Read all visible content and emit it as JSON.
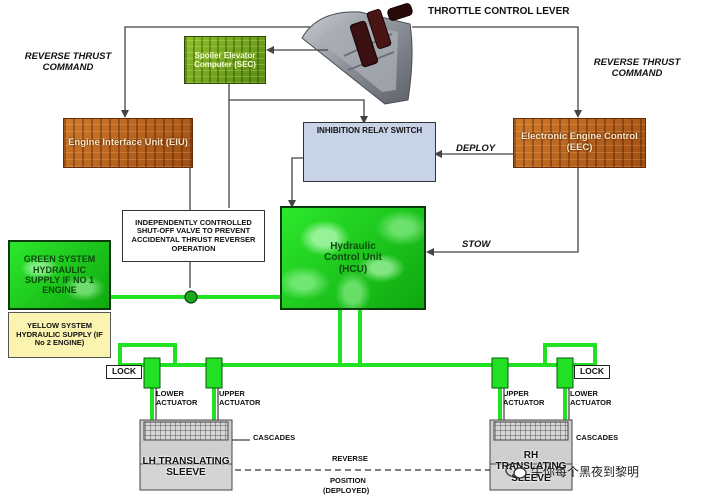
{
  "labels": {
    "throttle_lever": "THROTTLE CONTROL LEVER",
    "reverse_thrust_cmd_left": "REVERSE THRUST COMMAND",
    "reverse_thrust_cmd_right": "REVERSE THRUST COMMAND",
    "deploy": "DEPLOY",
    "stow": "STOW",
    "cascades_left": "CASCADES",
    "cascades_right": "CASCADES",
    "lower_actuator_left": "LOWER ACTUATOR",
    "upper_actuator_left": "UPPER ACTUATOR",
    "upper_actuator_right": "UPPER ACTUATOR",
    "lower_actuator_right": "LOWER ACTUATOR",
    "reverse_position_1": "REVERSE",
    "reverse_position_2": "POSITION",
    "reverse_position_3": "(DEPLOYED)"
  },
  "boxes": {
    "sec": "Spoiler Elevator Computer (SEC)",
    "eiu": "Engine Interface Unit (EIU)",
    "eec": "Electronic Engine Control (EEC)",
    "relay": "INHIBITION RELAY SWITCH",
    "shutoff_note": "INDEPENDENTLY CONTROLLED SHUT-OFF VALVE TO PREVENT ACCIDENTAL THRUST REVERSER OPERATION",
    "hcu": "Hydraulic Control Unit (HCU)",
    "green_sys": "GREEN SYSTEM HYDRAULIC SUPPLY IF NO 1 ENGINE",
    "yellow_sys": "YELLOW SYSTEM HYDRAULIC SUPPLY (IF No 2 ENGINE)",
    "lock_left": "LOCK",
    "lock_right": "LOCK",
    "lh_sleeve": "LH TRANSLATING SLEEVE",
    "rh_sleeve": "RH TRANSLATING SLEEVE"
  },
  "watermark": {
    "text": "牛你每个黑夜到黎明",
    "icon": "wechat-icon"
  },
  "colors": {
    "hydraulic_green": "#22e022",
    "circuit_orange": "#b8621c",
    "relay_blue": "#c9d3e8",
    "yellow_supply": "#fbf3b0"
  }
}
